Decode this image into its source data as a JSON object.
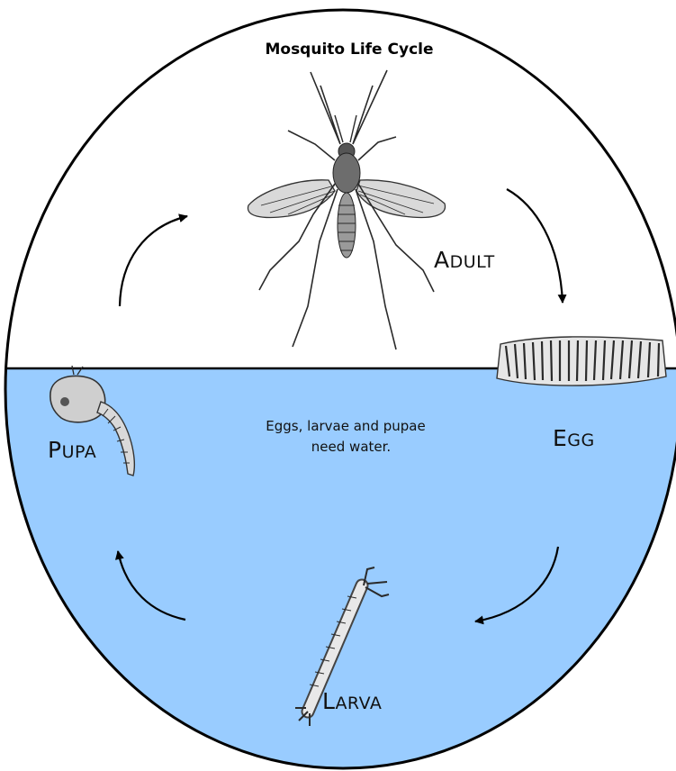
{
  "title": "Mosquito Life Cycle",
  "stages": {
    "adult": {
      "first": "A",
      "rest": "DULT"
    },
    "egg": {
      "first": "E",
      "rest": "GG"
    },
    "larva": {
      "first": "L",
      "rest": "ARVA"
    },
    "pupa": {
      "first": "P",
      "rest": "UPA"
    }
  },
  "note": {
    "line1": "Eggs, larvae and pupae",
    "line2": "need water."
  },
  "colors": {
    "water": "#99ccff",
    "outline": "#000000",
    "air": "#ffffff"
  }
}
